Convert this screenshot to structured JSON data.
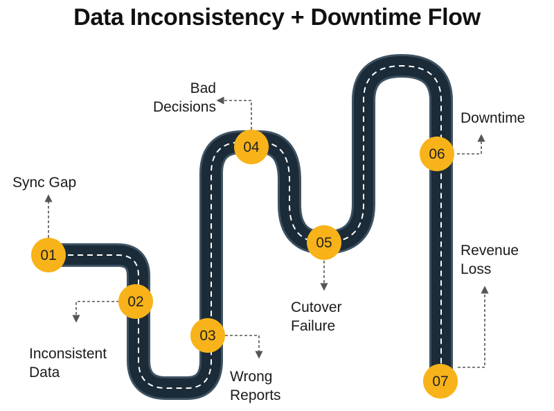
{
  "title": "Data Inconsistency + Downtime Flow",
  "colors": {
    "road": "#1b2b38",
    "road_edge": "#3e5262",
    "lane_marking": "#ffffff",
    "marker": "#f7b319",
    "arrow": "#555555"
  },
  "steps": [
    {
      "number": "01",
      "label": "Sync Gap"
    },
    {
      "number": "02",
      "label": "Inconsistent Data"
    },
    {
      "number": "03",
      "label": "Wrong Reports"
    },
    {
      "number": "04",
      "label": "Bad Decisions"
    },
    {
      "number": "05",
      "label": "Cutover Failure"
    },
    {
      "number": "06",
      "label": "Downtime"
    },
    {
      "number": "07",
      "label": "Revenue Loss"
    }
  ]
}
